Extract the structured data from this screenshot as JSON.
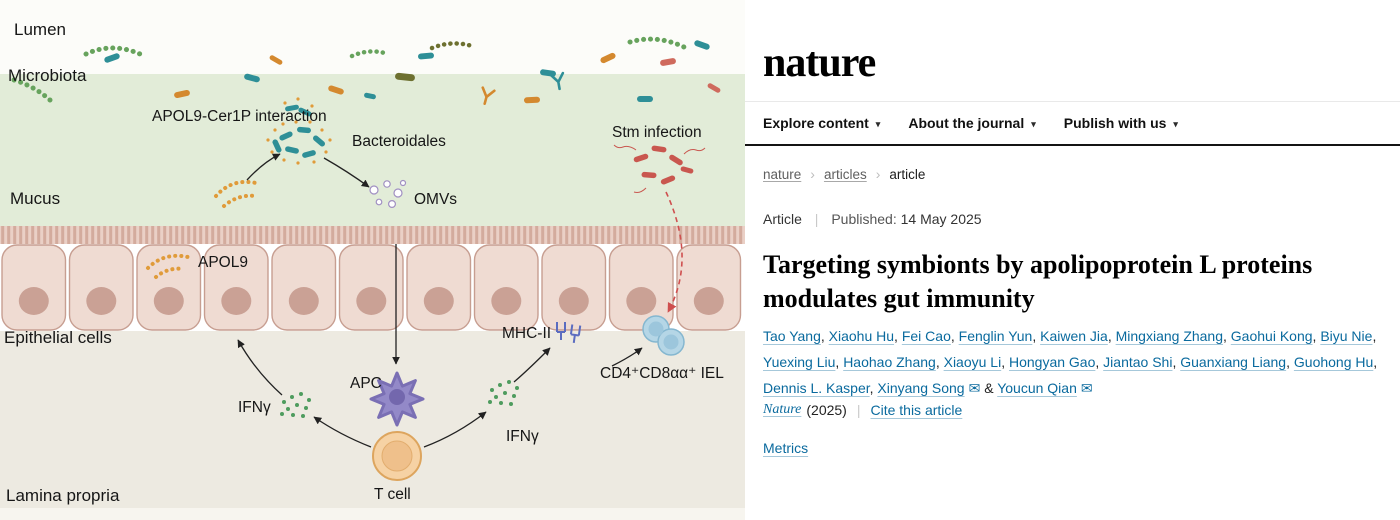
{
  "icons": {
    "chevron_down": "▾",
    "chevron_right": "›",
    "divider": "|",
    "envelope": "✉"
  },
  "palette": {
    "link": "#0a6a9e",
    "nav_border": "#141414",
    "figure_green": "#e2ecd8",
    "figure_cell_pink": "#efdbd2",
    "figure_lamina": "#edeae1",
    "stm_red": "#cf5f52",
    "apol9_orange": "#e09b3a",
    "ifng_green": "#4e9c5e"
  },
  "figure": {
    "labels": {
      "lumen": "Lumen",
      "microbiota": "Microbiota",
      "apol9_cer1p": "APOL9-Cer1P interaction",
      "bacteroidales": "Bacteroidales",
      "omvs": "OMVs",
      "mucus": "Mucus",
      "apol9": "APOL9",
      "stm_infection": "Stm infection",
      "epithelial_cells": "Epithelial cells",
      "mhc_ii": "MHC-II",
      "iel": "CD4⁺CD8αα⁺ IEL",
      "ifng_left": "IFNγ",
      "apc": "APC",
      "ifng_right": "IFNγ",
      "t_cell": "T cell",
      "lamina_propria": "Lamina propria"
    }
  },
  "site": {
    "logo": "nature",
    "nav": [
      {
        "label": "Explore content"
      },
      {
        "label": "About the journal"
      },
      {
        "label": "Publish with us"
      }
    ],
    "breadcrumb": {
      "level1": "nature",
      "level2": "articles",
      "level3": "article"
    },
    "article": {
      "type_label": "Article",
      "published_label": "Published:",
      "published_date": "14 May 2025",
      "title": "Targeting symbionts by apolipoprotein L proteins modulates gut immunity",
      "authors": [
        {
          "name": "Tao Yang"
        },
        {
          "name": "Xiaohu Hu"
        },
        {
          "name": "Fei Cao"
        },
        {
          "name": "Fenglin Yun"
        },
        {
          "name": "Kaiwen Jia"
        },
        {
          "name": "Mingxiang Zhang"
        },
        {
          "name": "Gaohui Kong"
        },
        {
          "name": "Biyu Nie"
        },
        {
          "name": "Yuexing Liu"
        },
        {
          "name": "Haohao Zhang"
        },
        {
          "name": "Xiaoyu Li"
        },
        {
          "name": "Hongyan Gao"
        },
        {
          "name": "Jiantao Shi"
        },
        {
          "name": "Guanxiang Liang"
        },
        {
          "name": "Guohong Hu"
        },
        {
          "name": "Dennis L. Kasper"
        },
        {
          "name": "Xinyang Song",
          "envelope": true
        },
        {
          "name": "Youcun Qian",
          "envelope": true
        }
      ],
      "journal_name": "Nature",
      "journal_year": "(2025)",
      "cite_link": "Cite this article",
      "metrics_link": "Metrics"
    }
  }
}
